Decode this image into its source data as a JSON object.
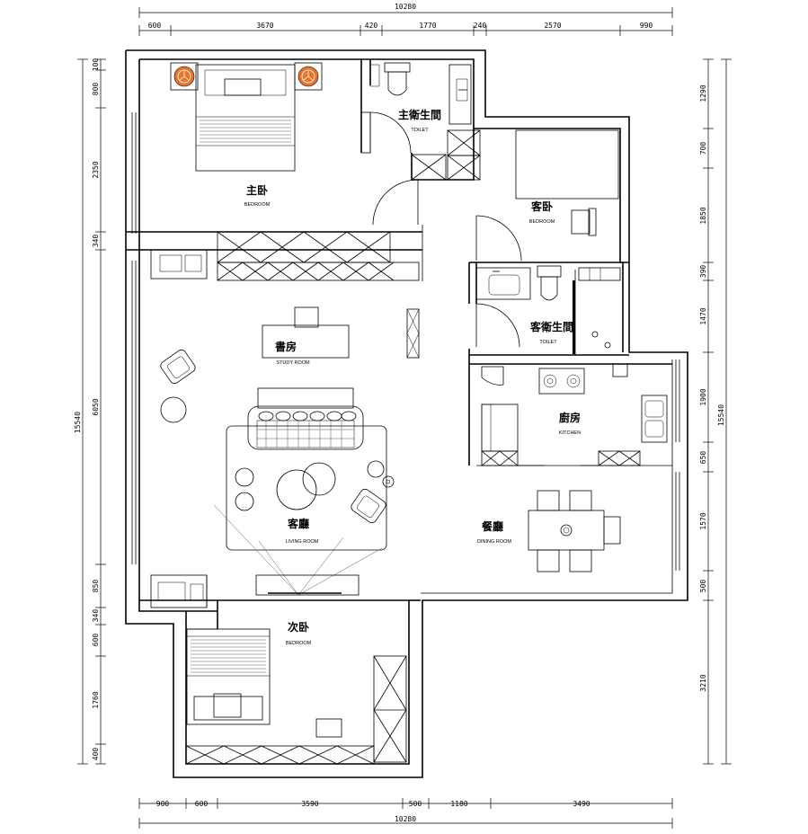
{
  "plan": {
    "overall_width_top": "10280",
    "overall_width_bottom": "10280",
    "overall_height_left": "15540",
    "overall_height_right": "15540",
    "top_dims": [
      "600",
      "3670",
      "420",
      "1770",
      "240",
      "2570",
      "990"
    ],
    "bottom_dims": [
      "900",
      "600",
      "3590",
      "500",
      "1180",
      "3490"
    ],
    "left_dims": [
      "100",
      "800",
      "2350",
      "340",
      "6050",
      "850",
      "340",
      "600",
      "1760",
      "400"
    ],
    "right_dims": [
      "1290",
      "700",
      "1850",
      "390",
      "1470",
      "1900",
      "650",
      "1570",
      "500",
      "3210"
    ]
  },
  "rooms": {
    "master_bedroom": {
      "cn": "主卧",
      "en": "BEDROOM"
    },
    "master_toilet": {
      "cn": "主衛生間",
      "en": "TOILET"
    },
    "guest_bedroom": {
      "cn": "客卧",
      "en": "BEDROOM"
    },
    "study": {
      "cn": "書房",
      "en": "STUDY ROOM"
    },
    "guest_toilet": {
      "cn": "客衛生間",
      "en": "TOILET"
    },
    "kitchen": {
      "cn": "廚房",
      "en": "KITCHEN"
    },
    "living": {
      "cn": "客廳",
      "en": "LIVING ROOM"
    },
    "dining": {
      "cn": "餐廳",
      "en": "DINING ROOM"
    },
    "second_bedroom": {
      "cn": "次卧",
      "en": "BEDROOM"
    }
  },
  "colors": {
    "lamp_orange": "#e8752a"
  }
}
